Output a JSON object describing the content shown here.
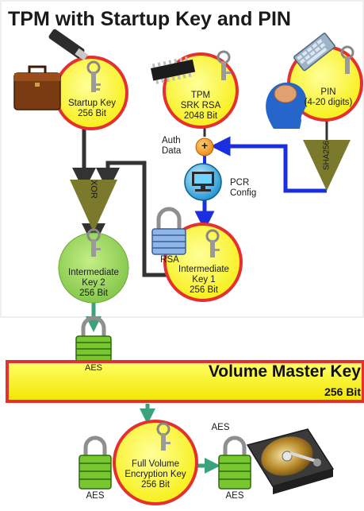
{
  "title": "TPM with Startup Key and PIN",
  "nodes": {
    "startup_key": {
      "line1": "Startup Key",
      "line2": "256 Bit"
    },
    "tpm_srk": {
      "line1": "TPM",
      "line2": "SRK RSA",
      "line3": "2048 Bit"
    },
    "pin": {
      "line1": "PIN",
      "line2": "(4-20 digits)"
    },
    "auth_data": {
      "line1": "Auth",
      "line2": "Data"
    },
    "pcr_config": {
      "line1": "PCR",
      "line2": "Config"
    },
    "intermediate_key_1": {
      "line1": "Intermediate",
      "line2": "Key 1",
      "line3": "256 Bit"
    },
    "intermediate_key_2": {
      "line1": "Intermediate",
      "line2": "Key 2",
      "line3": "256 Bit"
    },
    "fvek": {
      "line1": "Full Volume",
      "line2": "Encryption Key",
      "line3": "256 Bit"
    }
  },
  "operations": {
    "xor": "XOR",
    "sha256": "SHA256",
    "plus": "+"
  },
  "locks": {
    "rsa": "RSA",
    "aes_top": "AES",
    "aes_left": "AES",
    "aes_right": "AES",
    "aes_disk": "AES"
  },
  "volume_master_key": {
    "title": "Volume Master Key",
    "bits": "256 Bit"
  },
  "colors": {
    "circle_fill": "#ffff44",
    "circle_border": "#e53030",
    "green_circle": "#8fd14f",
    "triangle": "#7b7a2c",
    "blue_arrow": "#1a2fe0",
    "dark_arrow": "#333333",
    "teal_arrow": "#3aa37a",
    "plus_node": "#f59a1c",
    "lock_green": "#79c72f",
    "lock_blue": "#8fb6e8"
  }
}
